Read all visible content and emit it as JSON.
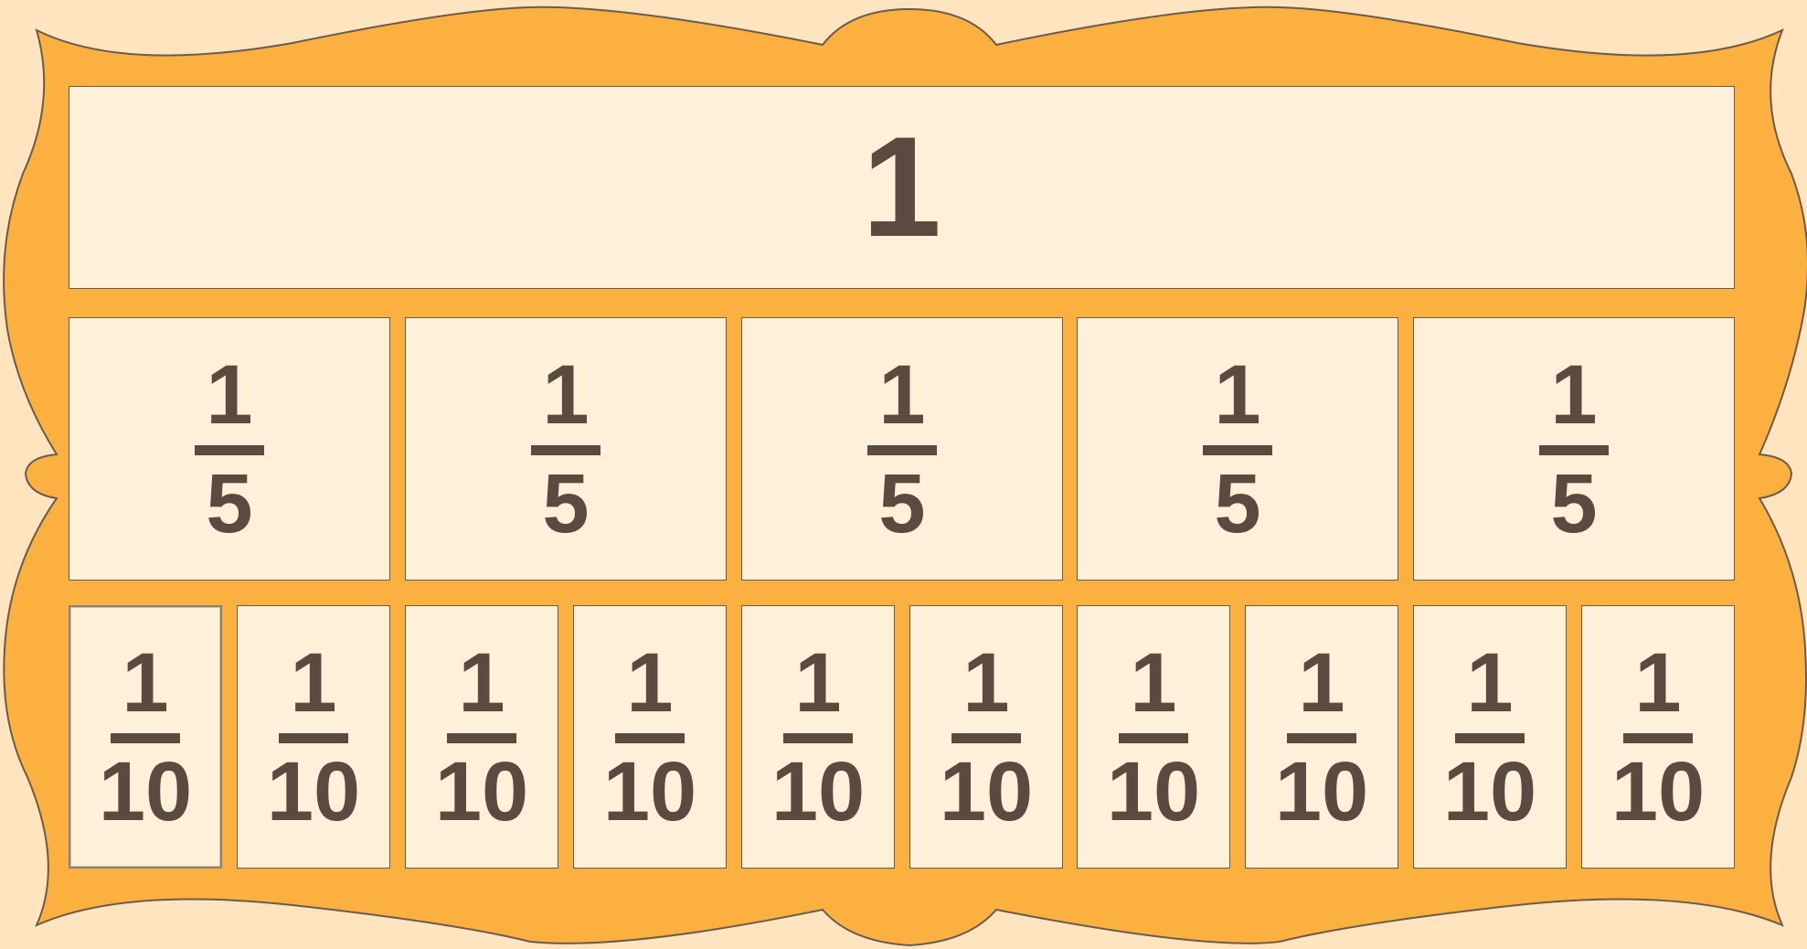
{
  "colors": {
    "background": "#ffe4c0",
    "frame_fill": "#fcb040",
    "frame_stroke": "#6b5b4f",
    "tile_fill": "#fff1d9",
    "tile_stroke": "#6b5b4f",
    "text": "#5a4a40"
  },
  "whole": {
    "label": "1"
  },
  "fifths": [
    {
      "numerator": "1",
      "denominator": "5"
    },
    {
      "numerator": "1",
      "denominator": "5"
    },
    {
      "numerator": "1",
      "denominator": "5"
    },
    {
      "numerator": "1",
      "denominator": "5"
    },
    {
      "numerator": "1",
      "denominator": "5"
    }
  ],
  "tenths": [
    {
      "numerator": "1",
      "denominator": "10"
    },
    {
      "numerator": "1",
      "denominator": "10"
    },
    {
      "numerator": "1",
      "denominator": "10"
    },
    {
      "numerator": "1",
      "denominator": "10"
    },
    {
      "numerator": "1",
      "denominator": "10"
    },
    {
      "numerator": "1",
      "denominator": "10"
    },
    {
      "numerator": "1",
      "denominator": "10"
    },
    {
      "numerator": "1",
      "denominator": "10"
    },
    {
      "numerator": "1",
      "denominator": "10"
    },
    {
      "numerator": "1",
      "denominator": "10"
    }
  ]
}
